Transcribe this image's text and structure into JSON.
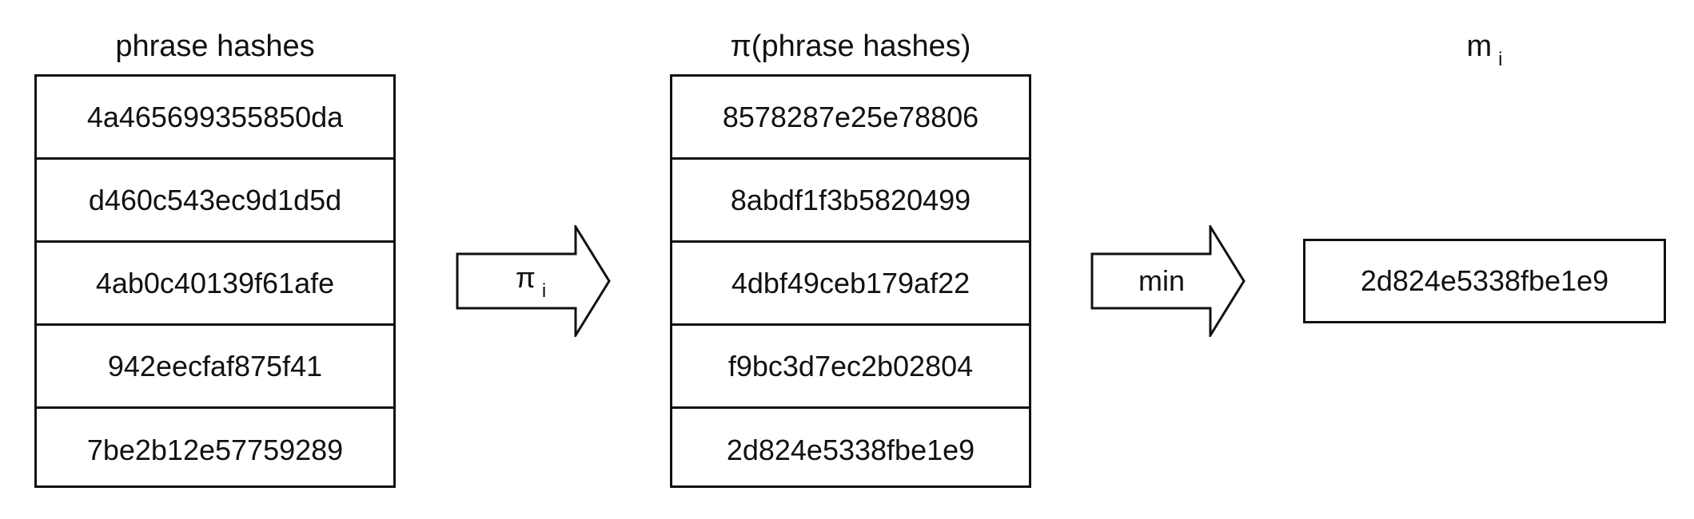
{
  "columns": {
    "input": {
      "heading": "phrase hashes",
      "items": [
        "4a465699355850da",
        "d460c543ec9d1d5d",
        "4ab0c40139f61afe",
        "942eecfaf875f41",
        "7be2b12e57759289"
      ]
    },
    "permuted": {
      "heading": "π(phrase hashes)",
      "items": [
        "8578287e25e78806",
        "8abdf1f3b5820499",
        "4dbf49ceb179af22",
        "f9bc3d7ec2b02804",
        "2d824e5338fbe1e9"
      ]
    },
    "result": {
      "heading_main": "m",
      "heading_sub": "i",
      "value": "2d824e5338fbe1e9"
    }
  },
  "arrows": {
    "permute": {
      "label_main": "π",
      "label_sub": "i"
    },
    "minimum": {
      "label": "min"
    }
  }
}
